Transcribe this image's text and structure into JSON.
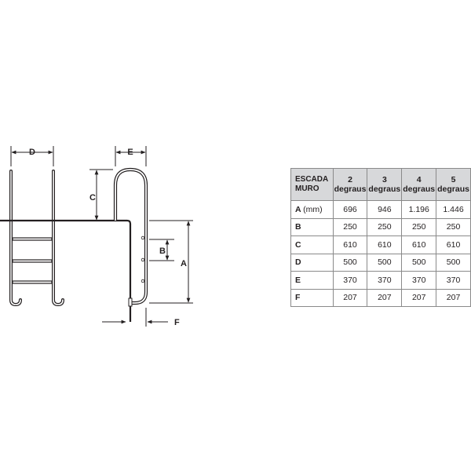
{
  "dimension_labels": {
    "a": "A",
    "b": "B",
    "c": "C",
    "d": "D",
    "e": "E",
    "f": "F"
  },
  "table": {
    "corner": [
      "ESCADA",
      "MURO"
    ],
    "columns": [
      {
        "count": "2",
        "unit": "degraus"
      },
      {
        "count": "3",
        "unit": "degraus"
      },
      {
        "count": "4",
        "unit": "degraus"
      },
      {
        "count": "5",
        "unit": "degraus"
      }
    ],
    "rows": [
      {
        "label": "A",
        "unit": "(mm)",
        "values": [
          "696",
          "946",
          "1.196",
          "1.446"
        ]
      },
      {
        "label": "B",
        "unit": "",
        "values": [
          "250",
          "250",
          "250",
          "250"
        ]
      },
      {
        "label": "C",
        "unit": "",
        "values": [
          "610",
          "610",
          "610",
          "610"
        ]
      },
      {
        "label": "D",
        "unit": "",
        "values": [
          "500",
          "500",
          "500",
          "500"
        ]
      },
      {
        "label": "E",
        "unit": "",
        "values": [
          "370",
          "370",
          "370",
          "370"
        ]
      },
      {
        "label": "F",
        "unit": "",
        "values": [
          "207",
          "207",
          "207",
          "207"
        ]
      }
    ]
  },
  "colors": {
    "line": "#231f20",
    "header_bg": "#d7d8da",
    "border": "#8a8a8a"
  }
}
